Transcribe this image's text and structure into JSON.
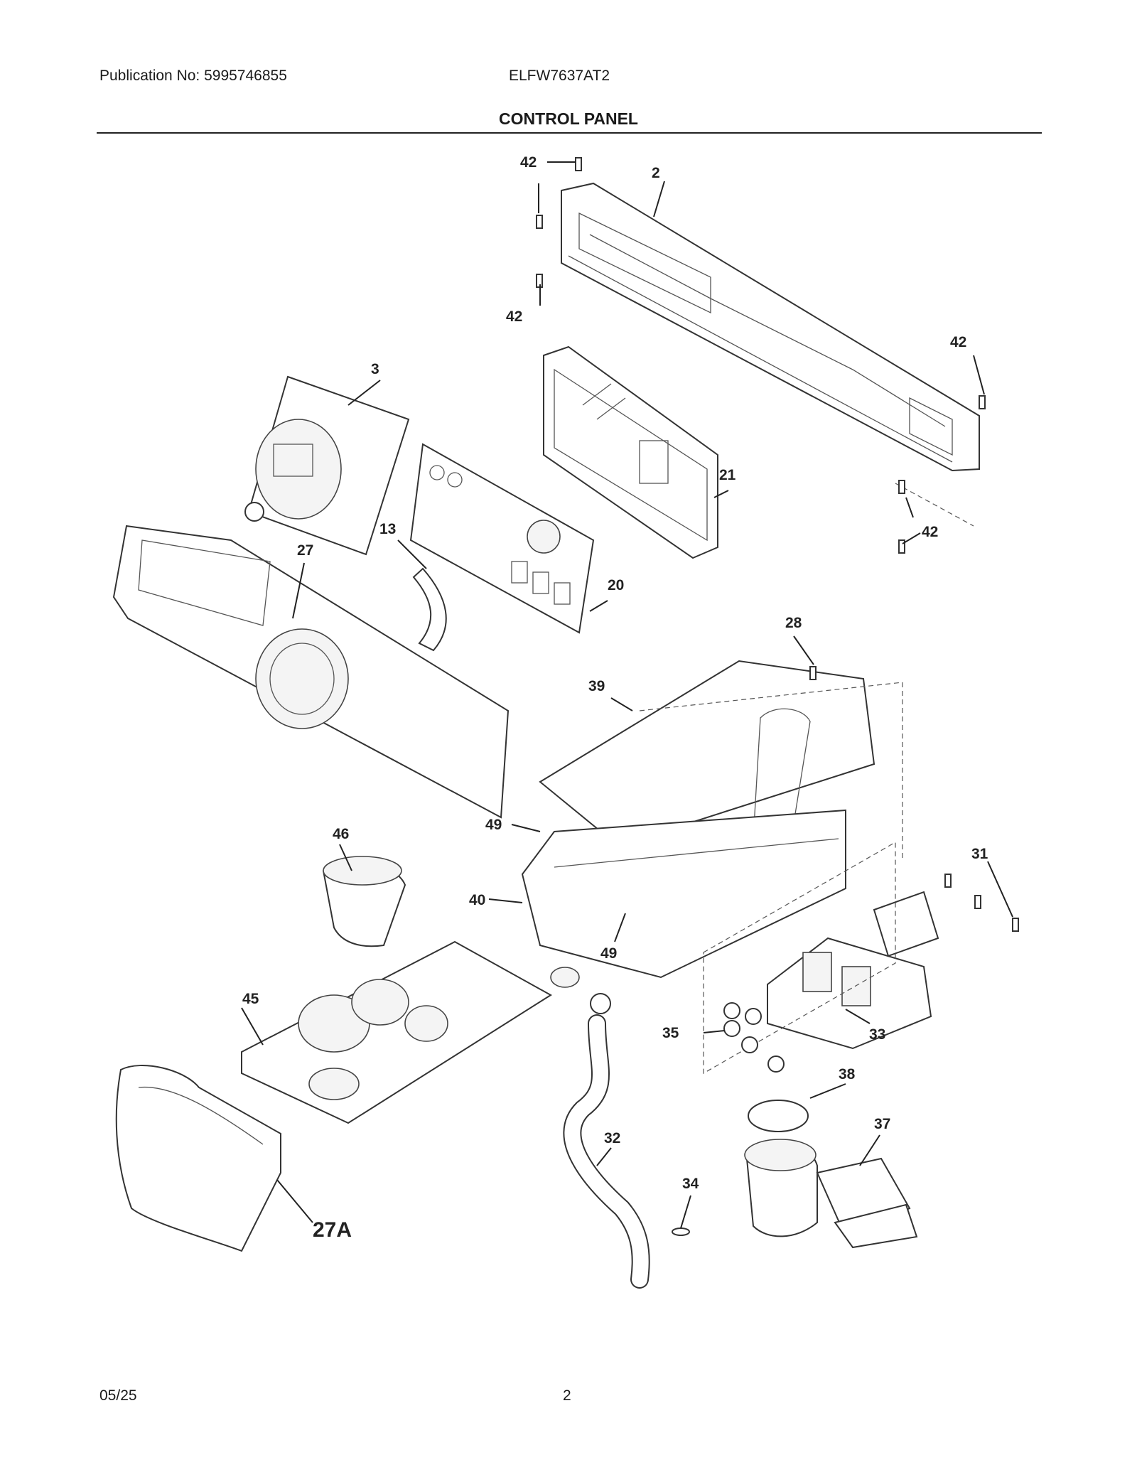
{
  "header": {
    "publication": "Publication No: 5995746855",
    "model": "ELFW7637AT2",
    "title": "CONTROL PANEL"
  },
  "footer": {
    "date": "05/25",
    "page": "2"
  },
  "callouts": {
    "c2": "2",
    "c3": "3",
    "c13": "13",
    "c20": "20",
    "c21": "21",
    "c27": "27",
    "c27A": "27A",
    "c28": "28",
    "c31": "31",
    "c32": "32",
    "c33": "33",
    "c34": "34",
    "c35": "35",
    "c37": "37",
    "c38": "38",
    "c39": "39",
    "c40": "40",
    "c42a": "42",
    "c42b": "42",
    "c42c": "42",
    "c42d": "42",
    "c45": "45",
    "c46": "46",
    "c49a": "49",
    "c49b": "49"
  }
}
